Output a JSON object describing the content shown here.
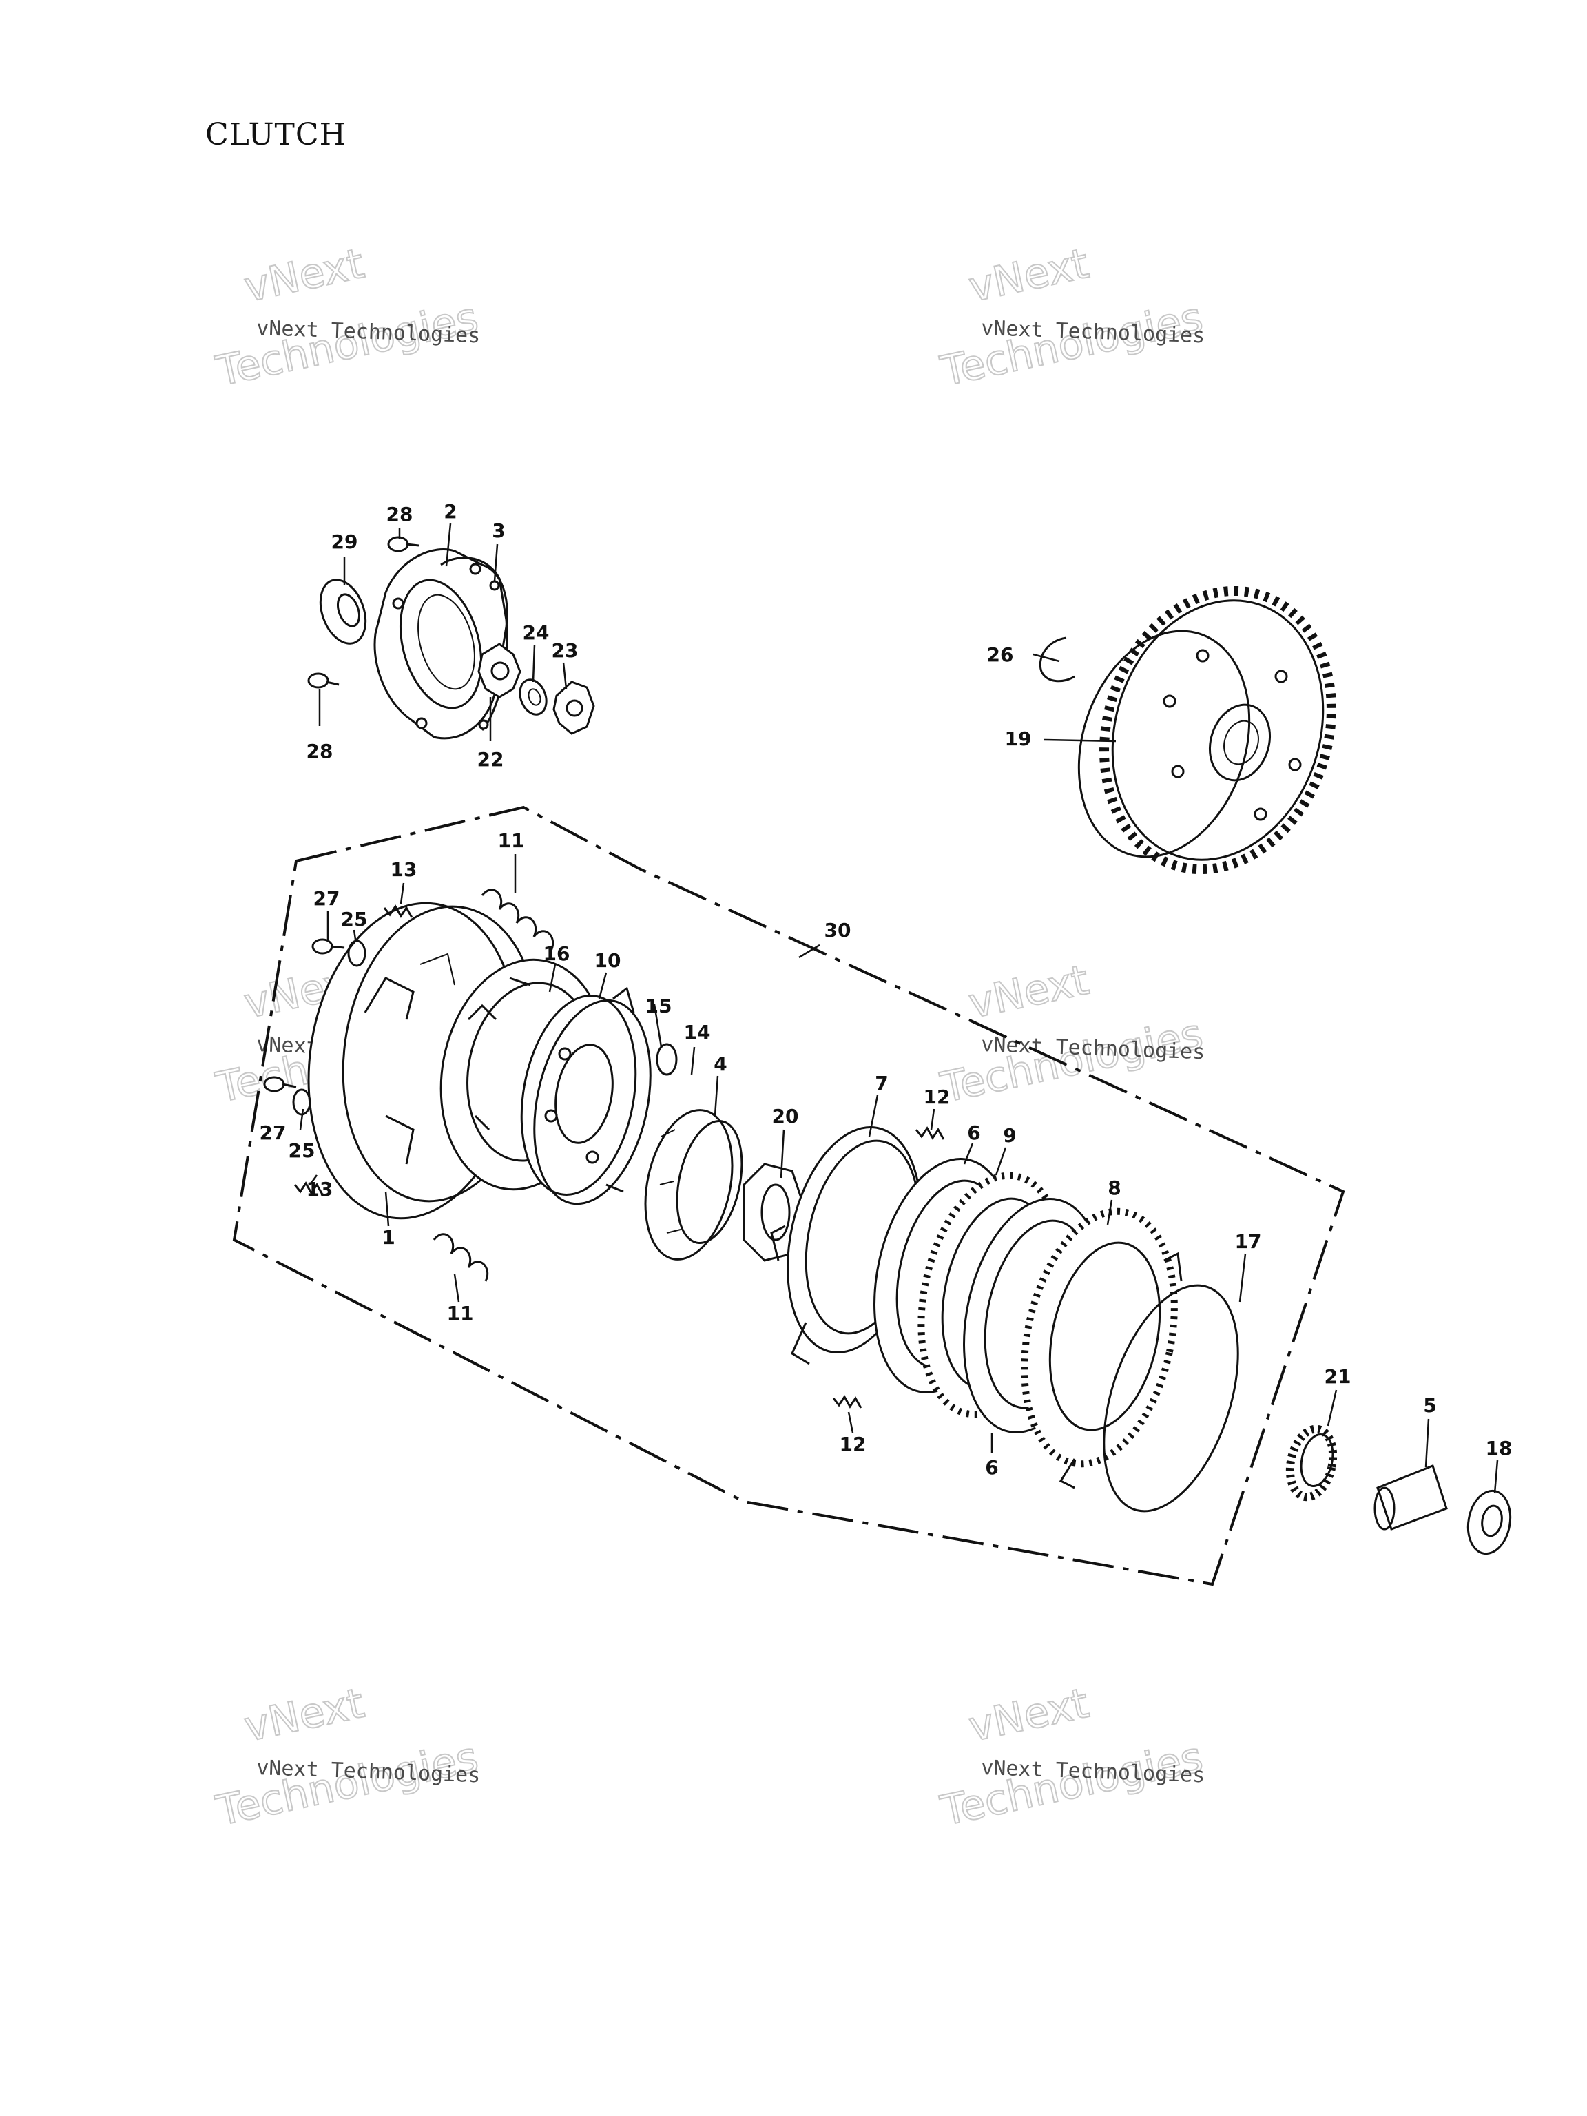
{
  "page": {
    "title": "CLUTCH"
  },
  "watermark": {
    "line1": "vNext Technologies",
    "outline_top": "vNext",
    "outline_bottom": "Technologies"
  },
  "labels": {
    "l1": "1",
    "l2": "2",
    "l3": "3",
    "l4": "4",
    "l5": "5",
    "l6a": "6",
    "l6b": "6",
    "l7": "7",
    "l8": "8",
    "l9": "9",
    "l10": "10",
    "l11a": "11",
    "l11b": "11",
    "l12a": "12",
    "l12b": "12",
    "l13a": "13",
    "l13b": "13",
    "l14": "14",
    "l15": "15",
    "l16": "16",
    "l17": "17",
    "l18": "18",
    "l19": "19",
    "l20": "20",
    "l21": "21",
    "l22": "22",
    "l23": "23",
    "l24": "24",
    "l25a": "25",
    "l25b": "25",
    "l26": "26",
    "l27a": "27",
    "l27b": "27",
    "l28a": "28",
    "l28b": "28",
    "l29": "29",
    "l30": "30"
  }
}
